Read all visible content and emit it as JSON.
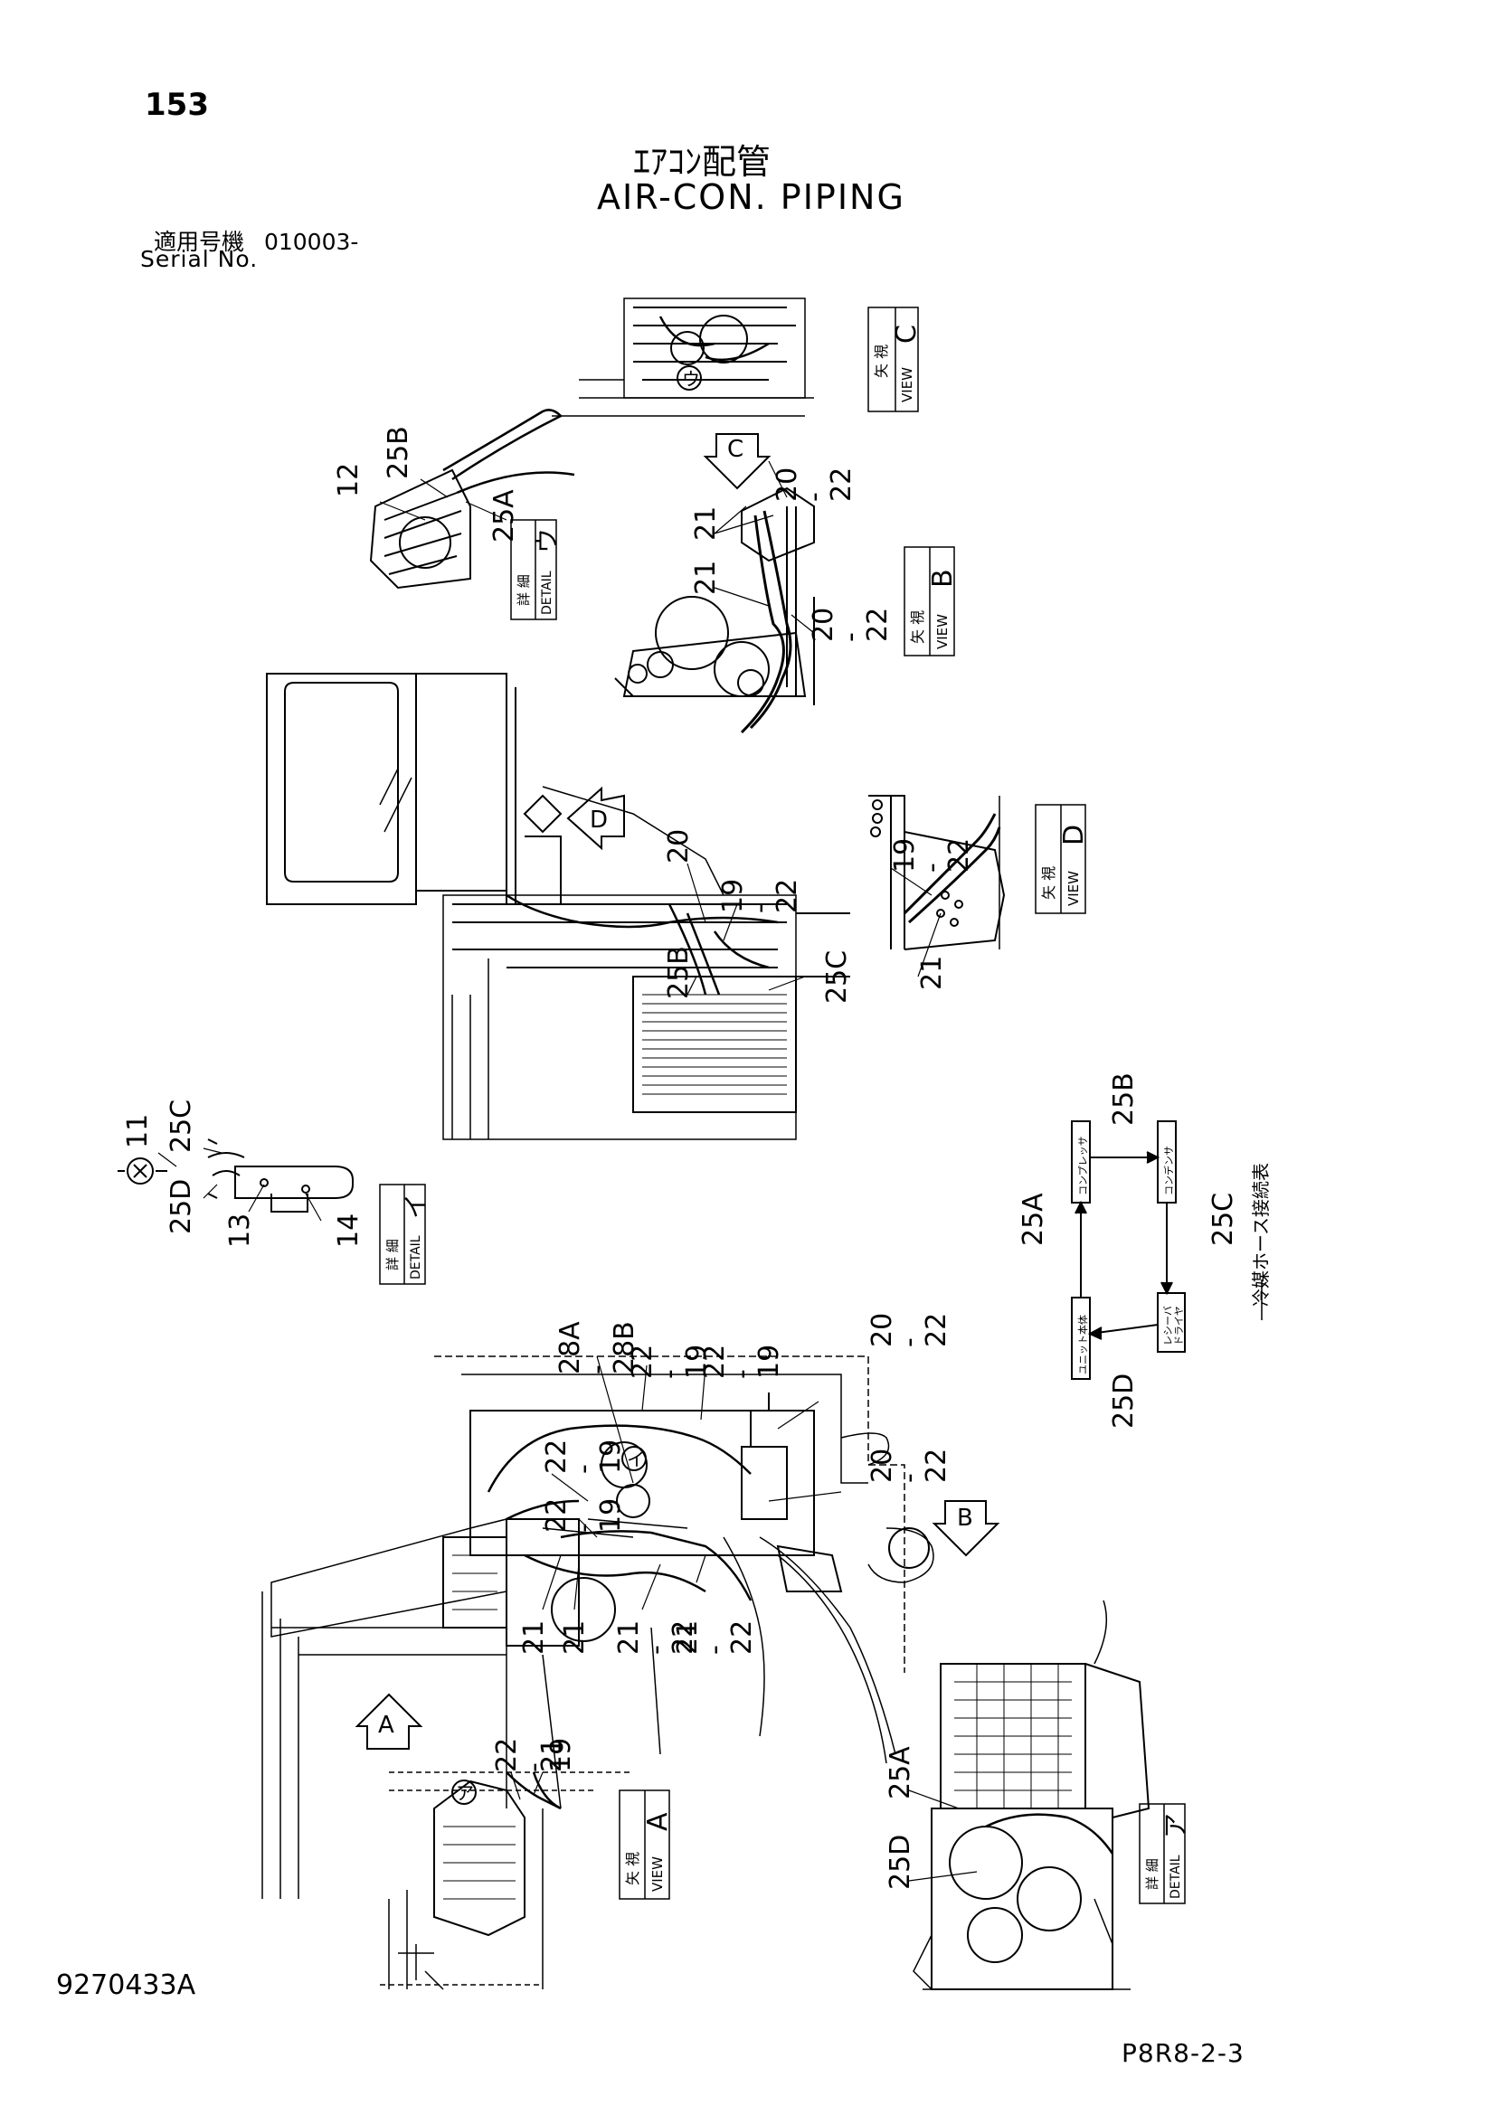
{
  "header": {
    "page_number": "153",
    "title_jp": "ｴｱｺﾝ配管",
    "title_en": "AIR-CON. PIPING",
    "serial_label_jp": "適用号機",
    "serial_value": "010003-",
    "serial_label_en": "Serial No."
  },
  "footer": {
    "drawing_number": "9270433A",
    "sheet_code": "P8R8-2-3"
  },
  "boxes": {
    "view_c": {
      "jp": "矢 視",
      "en": "VIEW",
      "letter": "C"
    },
    "view_b": {
      "jp": "矢 視",
      "en": "VIEW",
      "letter": "B"
    },
    "view_d": {
      "jp": "矢 視",
      "en": "VIEW",
      "letter": "D"
    },
    "view_a": {
      "jp": "矢 視",
      "en": "VIEW",
      "letter": "A"
    },
    "detail_u": {
      "jp": "詳 細",
      "en": "DETAIL",
      "letter": "ウ"
    },
    "detail_i": {
      "jp": "詳 細",
      "en": "DETAIL",
      "letter": "イ"
    },
    "detail_a": {
      "jp": "詳 細",
      "en": "DETAIL",
      "letter": "ア"
    }
  },
  "arrows": {
    "c": "C",
    "d": "D",
    "b": "B",
    "a": "A"
  },
  "markers": {
    "u": "ウ",
    "i": "イ",
    "a": "ア"
  },
  "connection_chart": {
    "title": "冷媒ホース接続表",
    "compressor": "コンプレッサ",
    "condenser": "コンデンサ",
    "receiver_1": "レシーバ",
    "receiver_2": "ドライヤ",
    "unit": "ユニット本体",
    "hose_25a": "25A",
    "hose_25b": "25B",
    "hose_25c": "25C",
    "hose_25d": "25D"
  },
  "callouts": {
    "c12": "12",
    "c25b_top": "25B",
    "c25a_top": "25A",
    "c20_22_c": "20\n-\n22",
    "c21_c1": "21",
    "c21_c2": "21",
    "c20_22_b": "20\n-\n22",
    "c20_main": "20",
    "c19_22_main": "19\n-\n22",
    "c25b_main": "25B",
    "c25c_main": "25C",
    "c19_22_d": "19\n-\n22",
    "c21_d": "21",
    "c11": "11",
    "c25c_i": "25C",
    "c25d_i": "25D",
    "c13": "13",
    "c14": "14",
    "c28": "28A\n-\n28B",
    "c22_19_a": "22\n-\n19",
    "c22_19_b": "22\n-\n19",
    "c20_22_top": "20\n-\n22",
    "c22_19_c": "22\n-\n19",
    "c22_19_d": "22\n-\n19",
    "c20_22_mid": "20\n-\n22",
    "c21_l1": "21",
    "c21_l2": "21",
    "c21_22_l1": "21\n-\n22",
    "c21_22_l2": "21\n-\n22",
    "c22_19_va": "22\n-\n19",
    "c21_va": "21",
    "c25a_bot": "25A",
    "c25d_bot": "25D"
  }
}
